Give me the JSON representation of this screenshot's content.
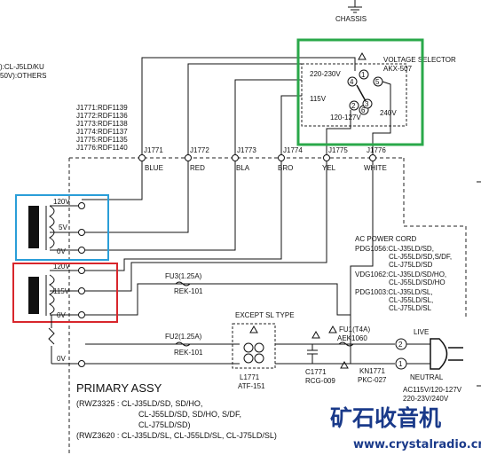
{
  "header": {
    "chassis": "CHASSIS",
    "model_note_1": "):CL-J5LD/KU",
    "model_note_2": "50V):OTHERS"
  },
  "rdf_list": [
    "J1771:RDF1139",
    "J1772:RDF1136",
    "J1773:RDF1138",
    "J1774:RDF1137",
    "J1775:RDF1135",
    "J1776:RDF1140"
  ],
  "voltage_selector": {
    "title": "VOLTAGE SELECTOR",
    "part": "AKX-507",
    "labels": [
      "220-230V",
      "115V",
      "120-127V",
      "240V"
    ],
    "pins": [
      "1",
      "2",
      "3",
      "4",
      "5",
      "6"
    ]
  },
  "jumpers": [
    {
      "id": "J1771",
      "color": "BLUE"
    },
    {
      "id": "J1772",
      "color": "RED"
    },
    {
      "id": "J1773",
      "color": "BLA"
    },
    {
      "id": "J1774",
      "color": "BRO"
    },
    {
      "id": "J1775",
      "color": "YEL"
    },
    {
      "id": "J1776",
      "color": "WHITE"
    }
  ],
  "secondary_taps": [
    "120V",
    "5V",
    "0V"
  ],
  "primary_taps": [
    "120V",
    "115V",
    "0V"
  ],
  "fuses": {
    "fu3": "FU3(1.25A)",
    "fu3_part": "REK-101",
    "fu2": "FU2(1.25A)",
    "fu2_part": "REK-101",
    "fu1": "FU1(T4A)",
    "fu1_part": "AEK1060"
  },
  "filter": {
    "title": "EXCEPT SL TYPE",
    "coil": "L1771",
    "coil_part": "ATF-151",
    "cap": "C1771",
    "cap_part": "RCG-009",
    "connector": "KN1771",
    "connector_part": "PKC-027"
  },
  "ac_cord": {
    "title": "AC POWER CORD",
    "lines": [
      "PDG1056:CL-J35LD/SD,",
      "CL-J55LD/SD,S/DF,",
      "CL-J75LD/SD",
      "VDG1062:CL-J35LD/SD/HO,",
      "CL-J55LD/SD/HO",
      "PDG1003:CL-J35LD/SL,",
      "CL-J55LD/SL,",
      "CL-J75LD/SL"
    ]
  },
  "plug": {
    "live": "LIVE",
    "neutral": "NEUTRAL",
    "pin2": "2",
    "pin1": "1",
    "rating_1": "AC115V/120-127V",
    "rating_2": "220-23V/240V"
  },
  "primary_assy": {
    "title": "PRIMARY ASSY",
    "lines": [
      "(RWZ3325 : CL-J35LD/SD, SD/HO,",
      "CL-J55LD/SD, SD/HO, S/DF,",
      "CL-J75LD/SD)",
      "(RWZ3620 : CL-J35LD/SL, CL-J55LD/SL, CL-J75LD/SL)"
    ]
  },
  "watermark": {
    "cn": "矿石收音机",
    "url": "www.crystalradio.cn"
  },
  "highlight_colors": {
    "selector_box": "#2aa84a",
    "secondary_box": "#2a9ed8",
    "primary_box": "#d8262c"
  }
}
